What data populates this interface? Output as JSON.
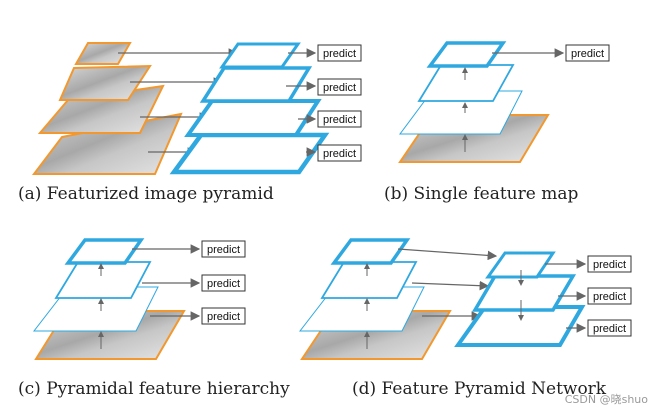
{
  "predict_label": "predict",
  "captions": {
    "a": "(a) Featurized image pyramid",
    "b": "(b) Single feature map",
    "c": "(c) Pyramidal feature hierarchy",
    "d": "(d) Feature Pyramid Network"
  },
  "watermark": "CSDN @晓shuo",
  "colors": {
    "feature_map_stroke": "#2fa8e0",
    "image_stroke": "#f2982e",
    "arrow": "#666666"
  }
}
